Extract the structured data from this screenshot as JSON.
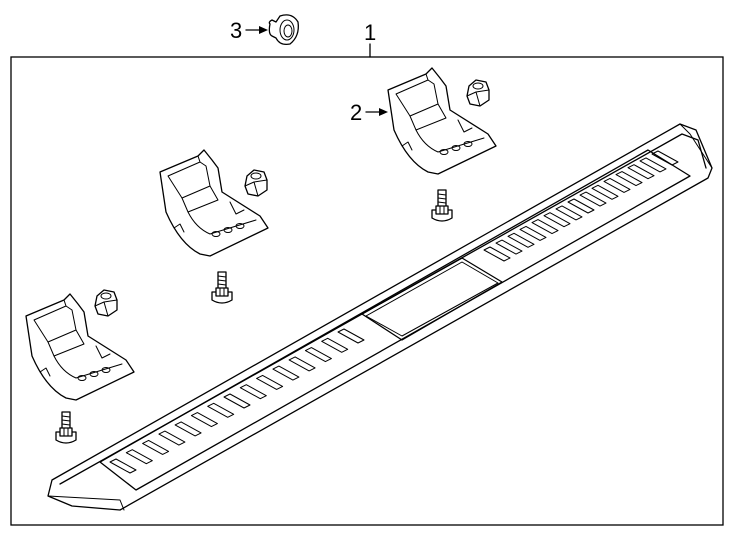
{
  "callouts": [
    {
      "id": "1",
      "label": "1",
      "part": "running-board"
    },
    {
      "id": "2",
      "label": "2",
      "part": "mounting-bracket"
    },
    {
      "id": "3",
      "label": "3",
      "part": "rivet-nut"
    }
  ],
  "colors": {
    "line": "#000000",
    "background": "#ffffff"
  },
  "counts": {
    "brackets": 3,
    "nuts": 3,
    "bolts": 3,
    "vent_slots_per_section": 15
  }
}
